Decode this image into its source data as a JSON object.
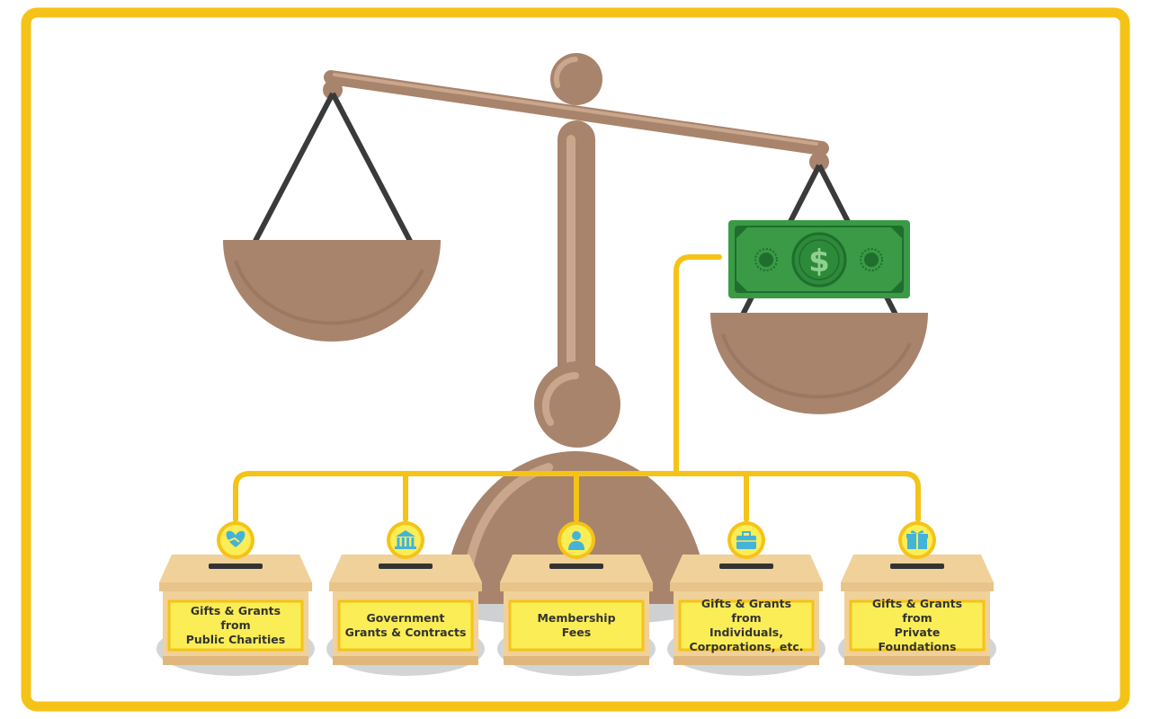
{
  "diagram": {
    "colors": {
      "frame": "#f5c317",
      "scale": "#a8846c",
      "scale_highlight": "#c9a68c",
      "scale_shadow": "#94705a",
      "strings": "#3a3a3a",
      "bill": "#3a9a45",
      "bill_dark": "#1f6e2e",
      "connector": "#f5c317",
      "box": "#f0d19a",
      "box_dark": "#dfb77d",
      "label_bg": "#fbed55",
      "icon": "#44b3d9"
    },
    "money": {
      "symbol": "$",
      "icon": "dollar-bill-icon"
    },
    "boxes": [
      {
        "label": "Gifts & Grants from\nPublic Charities",
        "icon": "heart-hand-icon"
      },
      {
        "label": "Government\nGrants & Contracts",
        "icon": "bank-icon"
      },
      {
        "label": "Membership\nFees",
        "icon": "person-icon"
      },
      {
        "label": "Gifts & Grants from\nIndividuals,\nCorporations, etc.",
        "icon": "briefcase-icon"
      },
      {
        "label": "Gifts & Grants from\nPrivate Foundations",
        "icon": "gift-icon"
      }
    ]
  }
}
